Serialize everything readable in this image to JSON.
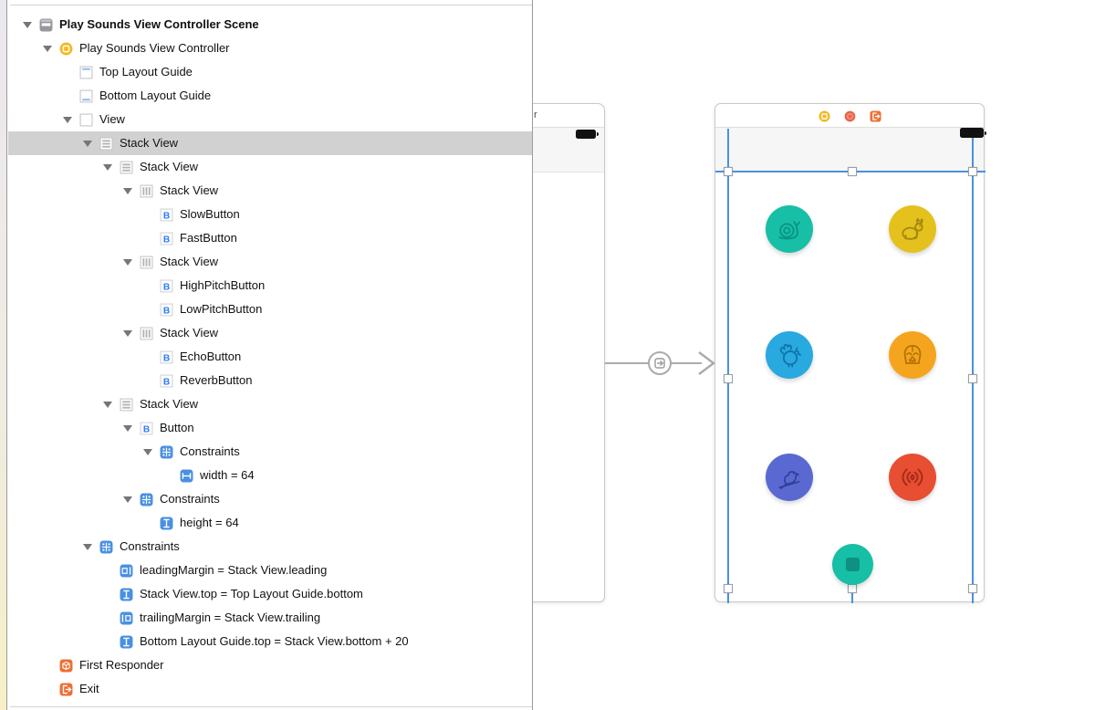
{
  "outline": {
    "rows": [
      {
        "label": "Play Sounds View Controller Scene",
        "icon": "storyboard-scene",
        "level": 0,
        "expandable": true,
        "bold": true,
        "selected": false
      },
      {
        "label": "Play Sounds View Controller",
        "icon": "view-controller",
        "level": 1,
        "expandable": true
      },
      {
        "label": "Top Layout Guide",
        "icon": "top-layout-guide",
        "level": 2
      },
      {
        "label": "Bottom Layout Guide",
        "icon": "bottom-layout-guide",
        "level": 2
      },
      {
        "label": "View",
        "icon": "view",
        "level": 2,
        "expandable": true
      },
      {
        "label": "Stack View",
        "icon": "stack-view-vertical",
        "level": 3,
        "expandable": true,
        "selected": true
      },
      {
        "label": "Stack View",
        "icon": "stack-view-vertical",
        "level": 4,
        "expandable": true
      },
      {
        "label": "Stack View",
        "icon": "stack-view-horizontal",
        "level": 5,
        "expandable": true
      },
      {
        "label": "SlowButton",
        "icon": "button",
        "level": 6
      },
      {
        "label": "FastButton",
        "icon": "button",
        "level": 6
      },
      {
        "label": "Stack View",
        "icon": "stack-view-horizontal",
        "level": 5,
        "expandable": true
      },
      {
        "label": "HighPitchButton",
        "icon": "button",
        "level": 6
      },
      {
        "label": "LowPitchButton",
        "icon": "button",
        "level": 6
      },
      {
        "label": "Stack View",
        "icon": "stack-view-horizontal",
        "level": 5,
        "expandable": true
      },
      {
        "label": "EchoButton",
        "icon": "button",
        "level": 6
      },
      {
        "label": "ReverbButton",
        "icon": "button",
        "level": 6
      },
      {
        "label": "Stack View",
        "icon": "stack-view-vertical",
        "level": 4,
        "expandable": true
      },
      {
        "label": "Button",
        "icon": "button",
        "level": 5,
        "expandable": true
      },
      {
        "label": "Constraints",
        "icon": "constraints",
        "level": 6,
        "expandable": true
      },
      {
        "label": "width = 64",
        "icon": "constraint-width",
        "level": 7
      },
      {
        "label": "Constraints",
        "icon": "constraints",
        "level": 5,
        "expandable": true
      },
      {
        "label": "height = 64",
        "icon": "constraint-height",
        "level": 6
      },
      {
        "label": "Constraints",
        "icon": "constraints",
        "level": 3,
        "expandable": true
      },
      {
        "label": "leadingMargin = Stack View.leading",
        "icon": "constraint-leading",
        "level": 4
      },
      {
        "label": "Stack View.top = Top Layout Guide.bottom",
        "icon": "constraint-vertical",
        "level": 4
      },
      {
        "label": "trailingMargin = Stack View.trailing",
        "icon": "constraint-trailing",
        "level": 4
      },
      {
        "label": "Bottom Layout Guide.top = Stack View.bottom + 20",
        "icon": "constraint-vertical",
        "level": 4
      },
      {
        "label": "First Responder",
        "icon": "first-responder",
        "level": 1
      },
      {
        "label": "Exit",
        "icon": "exit",
        "level": 1
      }
    ]
  },
  "left_scene": {
    "title_fragment": "r"
  },
  "right_scene": {
    "dock_icons": [
      "view-controller",
      "first-responder",
      "exit"
    ]
  },
  "canvas": {
    "segue_icon": "storyboard-segue",
    "buttons": [
      {
        "name": "slow-button",
        "icon": "snail",
        "color": "#17bfa6",
        "stroke": "#0b9384",
        "row": 0,
        "col": 0
      },
      {
        "name": "fast-button",
        "icon": "rabbit",
        "color": "#e5c11e",
        "stroke": "#a3880d",
        "row": 0,
        "col": 1
      },
      {
        "name": "high-pitch-button",
        "icon": "chicken",
        "color": "#28a9e0",
        "stroke": "#1073a8",
        "row": 1,
        "col": 0
      },
      {
        "name": "low-pitch-button",
        "icon": "vader",
        "color": "#f5a51d",
        "stroke": "#b27207",
        "row": 1,
        "col": 1
      },
      {
        "name": "echo-button",
        "icon": "parrot",
        "color": "#5a69d2",
        "stroke": "#333f97",
        "row": 2,
        "col": 0
      },
      {
        "name": "reverb-button",
        "icon": "sound-waves",
        "color": "#e84e32",
        "stroke": "#a82c17",
        "row": 2,
        "col": 1
      },
      {
        "name": "stop-button",
        "icon": "stop-square",
        "color": "#17bfa6",
        "stroke": "#0d9181",
        "center": true
      }
    ]
  },
  "colors": {
    "selection_blue": "#4a90e2",
    "constraint_blue": "#4a90e2",
    "xcode_orange": "#ee6f33",
    "vc_yellow": "#f5b81f",
    "selected_row_bg": "#d1d1d1"
  }
}
